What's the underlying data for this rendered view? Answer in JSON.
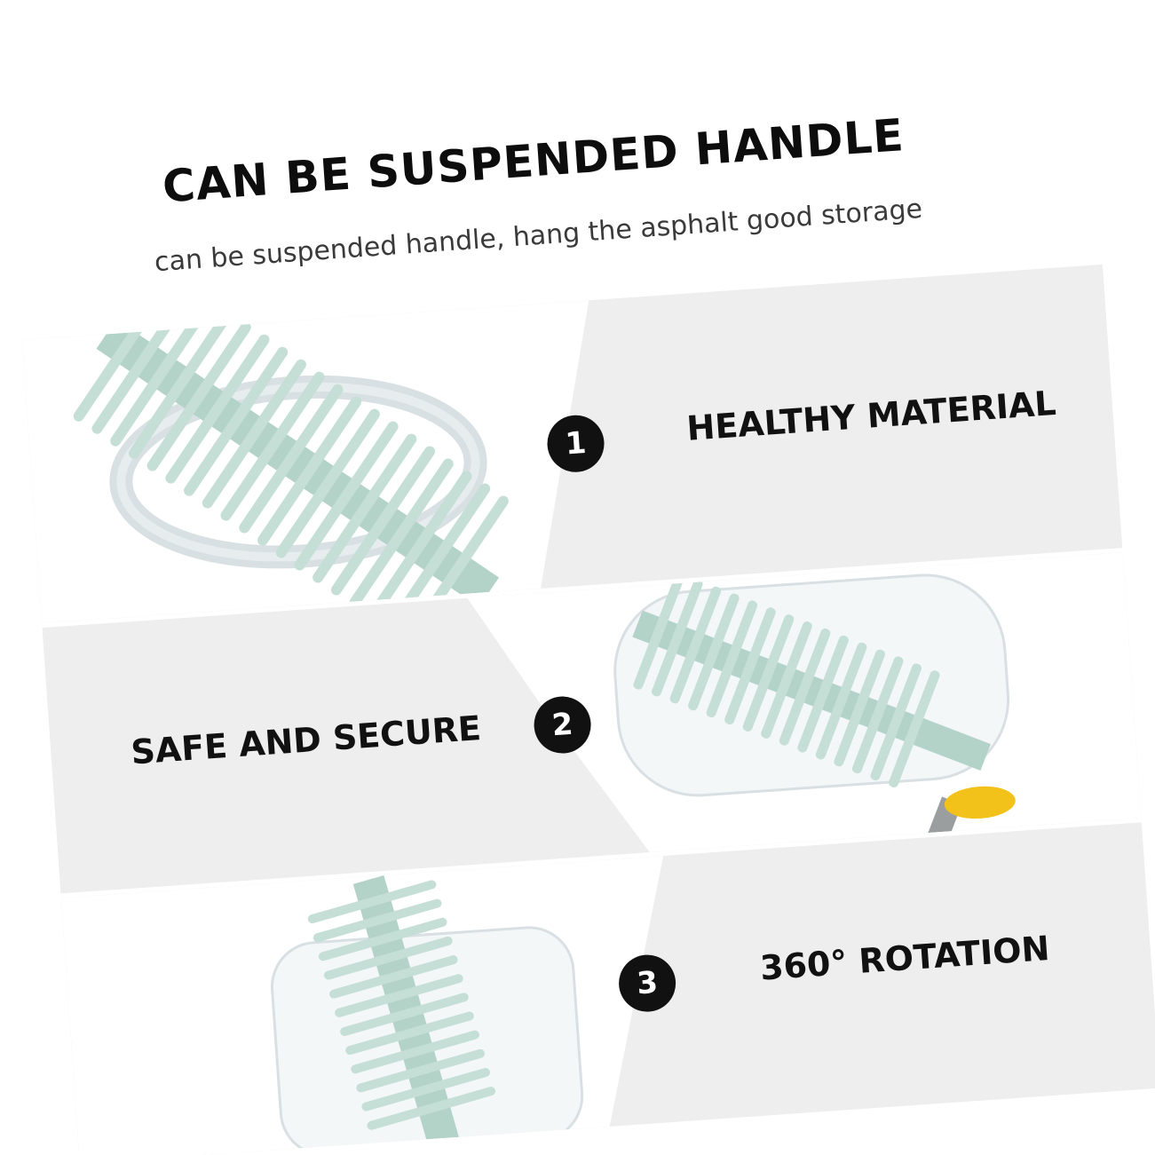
{
  "header": {
    "title": "CAN BE SUSPENDED HANDLE",
    "subtitle": "can be suspended handle, hang the asphalt good storage"
  },
  "features": [
    {
      "number": "1",
      "label": "HEALTHY MATERIAL"
    },
    {
      "number": "2",
      "label": "SAFE AND SECURE"
    },
    {
      "number": "3",
      "label": "360° ROTATION"
    }
  ],
  "colors": {
    "panel_bg": "#eeeeee",
    "brush_green": "#bcd8cf",
    "badge_bg": "#111111",
    "text": "#111111",
    "accent_yellow": "#f2c21b"
  }
}
